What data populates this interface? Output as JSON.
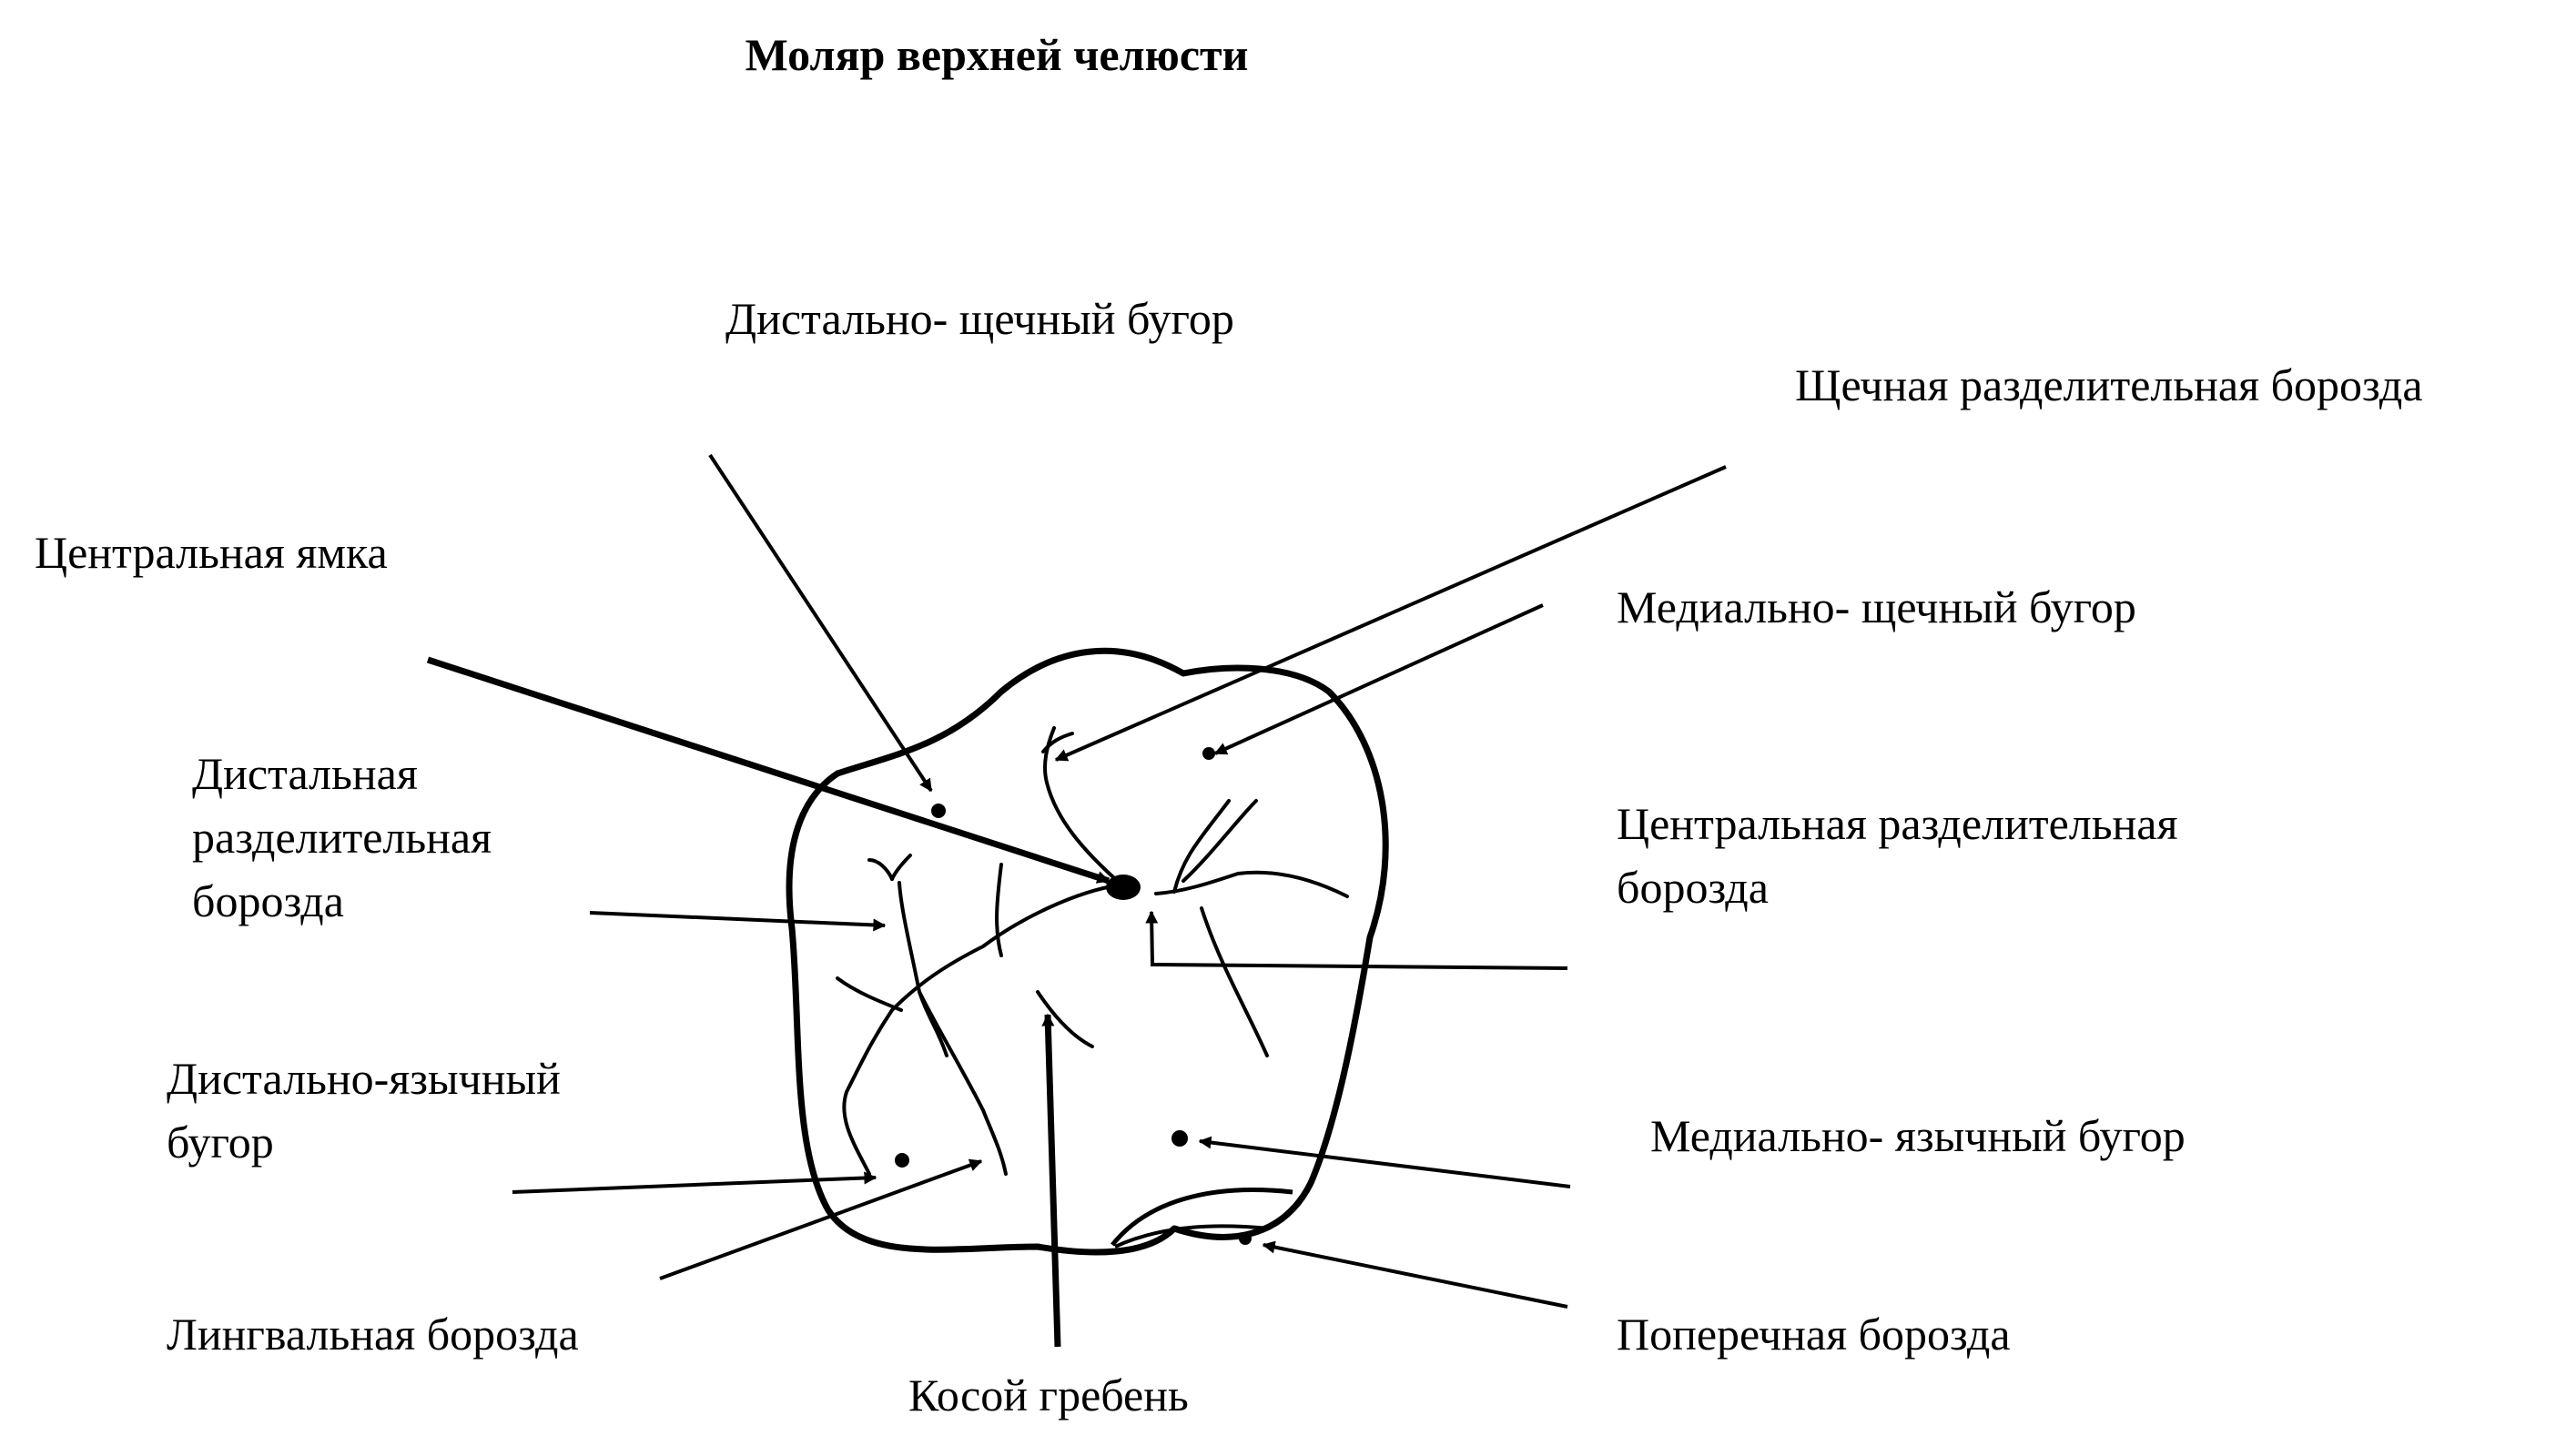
{
  "title": "Моляр верхней челюсти",
  "labels": {
    "distal_buccal_cusp": "Дистально- щечный бугор",
    "buccal_groove": "Щечная разделительная борозда",
    "central_fossa": "Центральная ямка",
    "mesial_buccal_cusp": "Медиально- щечный бугор",
    "distal_groove_line1": "Дистальная",
    "distal_groove_line2": "разделительная",
    "distal_groove_line3": "борозда",
    "central_groove_line1": "Центральная разделительная",
    "central_groove_line2": "борозда",
    "distal_lingual_cusp_line1": "Дистально-язычный",
    "distal_lingual_cusp_line2": "бугор",
    "mesial_lingual_cusp": "Медиально- язычный бугор",
    "lingual_groove": "Лингвальная борозда",
    "oblique_ridge": "Косой гребень",
    "transverse_groove": "Поперечная борозда"
  }
}
